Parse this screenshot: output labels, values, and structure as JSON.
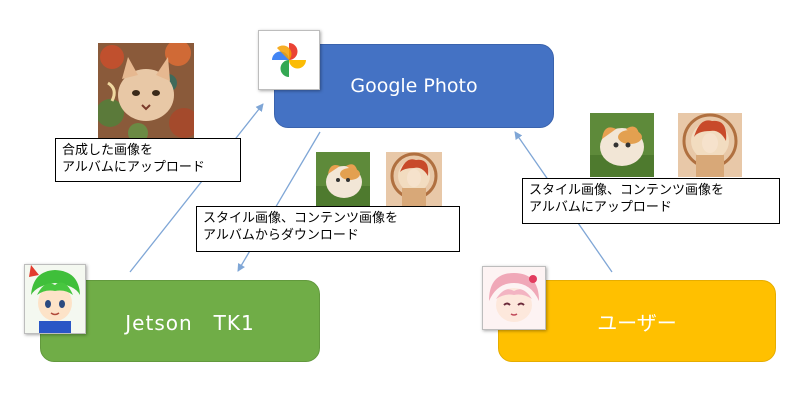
{
  "nodes": {
    "google_photo": "Google Photo",
    "jetson": "Jetson　TK1",
    "user": "ユーザー"
  },
  "labels": {
    "upload_result": [
      "合成した画像を",
      "アルバムにアップロード"
    ],
    "download": [
      "スタイル画像、コンテンツ画像を",
      "アルバムからダウンロード"
    ],
    "upload_inputs": [
      "スタイル画像、コンテンツ画像を",
      "アルバムにアップロード"
    ]
  },
  "colors": {
    "google_photo": "#4472c4",
    "jetson": "#70ad47",
    "user": "#ffc000",
    "arrow": "#7fa6d6"
  },
  "icons": [
    "google-photos-pinwheel-icon",
    "green-haired-character-avatar",
    "pink-haired-character-avatar"
  ],
  "images": [
    "stylized-cat-image",
    "cat-photo",
    "art-nouveau-style-image"
  ]
}
